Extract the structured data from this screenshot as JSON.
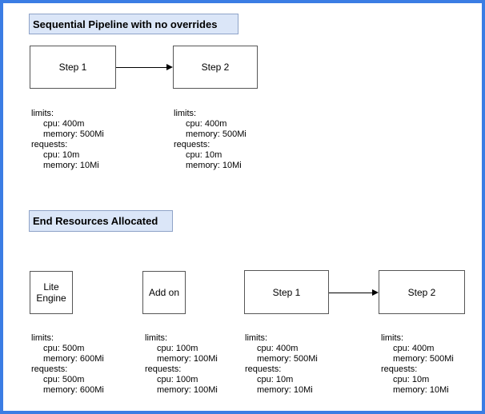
{
  "colors": {
    "frame_border": "#3b7de4",
    "title_fill": "#dbe6f8",
    "title_border": "#8fa3c8",
    "node_border": "#565656",
    "node_fill": "#ffffff",
    "text": "#000000"
  },
  "sections": [
    {
      "title": "Sequential Pipeline with no overrides",
      "nodes": [
        {
          "label": "Step 1"
        },
        {
          "label": "Step 2"
        }
      ],
      "edges": [
        {
          "from": "Step 1",
          "to": "Step 2"
        }
      ]
    },
    {
      "title": "End Resources Allocated",
      "nodes": [
        {
          "label": "Lite Engine"
        },
        {
          "label": "Add on"
        },
        {
          "label": "Step 1"
        },
        {
          "label": "Step 2"
        }
      ],
      "edges": [
        {
          "from": "Step 1",
          "to": "Step 2"
        }
      ]
    }
  ],
  "resources": [
    {
      "limits_label": "limits:",
      "limits_cpu": "cpu: 400m",
      "limits_memory": "memory: 500Mi",
      "requests_label": "requests:",
      "requests_cpu": "cpu: 10m",
      "requests_memory": "memory: 10Mi"
    },
    {
      "limits_label": "limits:",
      "limits_cpu": "cpu: 400m",
      "limits_memory": "memory: 500Mi",
      "requests_label": "requests:",
      "requests_cpu": "cpu: 10m",
      "requests_memory": "memory: 10Mi"
    },
    {
      "limits_label": "limits:",
      "limits_cpu": "cpu: 500m",
      "limits_memory": "memory: 600Mi",
      "requests_label": "requests:",
      "requests_cpu": "cpu: 500m",
      "requests_memory": "memory: 600Mi"
    },
    {
      "limits_label": "limits:",
      "limits_cpu": "cpu: 100m",
      "limits_memory": "memory: 100Mi",
      "requests_label": "requests:",
      "requests_cpu": "cpu: 100m",
      "requests_memory": "memory: 100Mi"
    },
    {
      "limits_label": "limits:",
      "limits_cpu": "cpu: 400m",
      "limits_memory": "memory: 500Mi",
      "requests_label": "requests:",
      "requests_cpu": "cpu: 10m",
      "requests_memory": "memory: 10Mi"
    },
    {
      "limits_label": "limits:",
      "limits_cpu": "cpu: 400m",
      "limits_memory": "memory: 500Mi",
      "requests_label": "requests:",
      "requests_cpu": "cpu: 10m",
      "requests_memory": "memory: 10Mi"
    }
  ]
}
